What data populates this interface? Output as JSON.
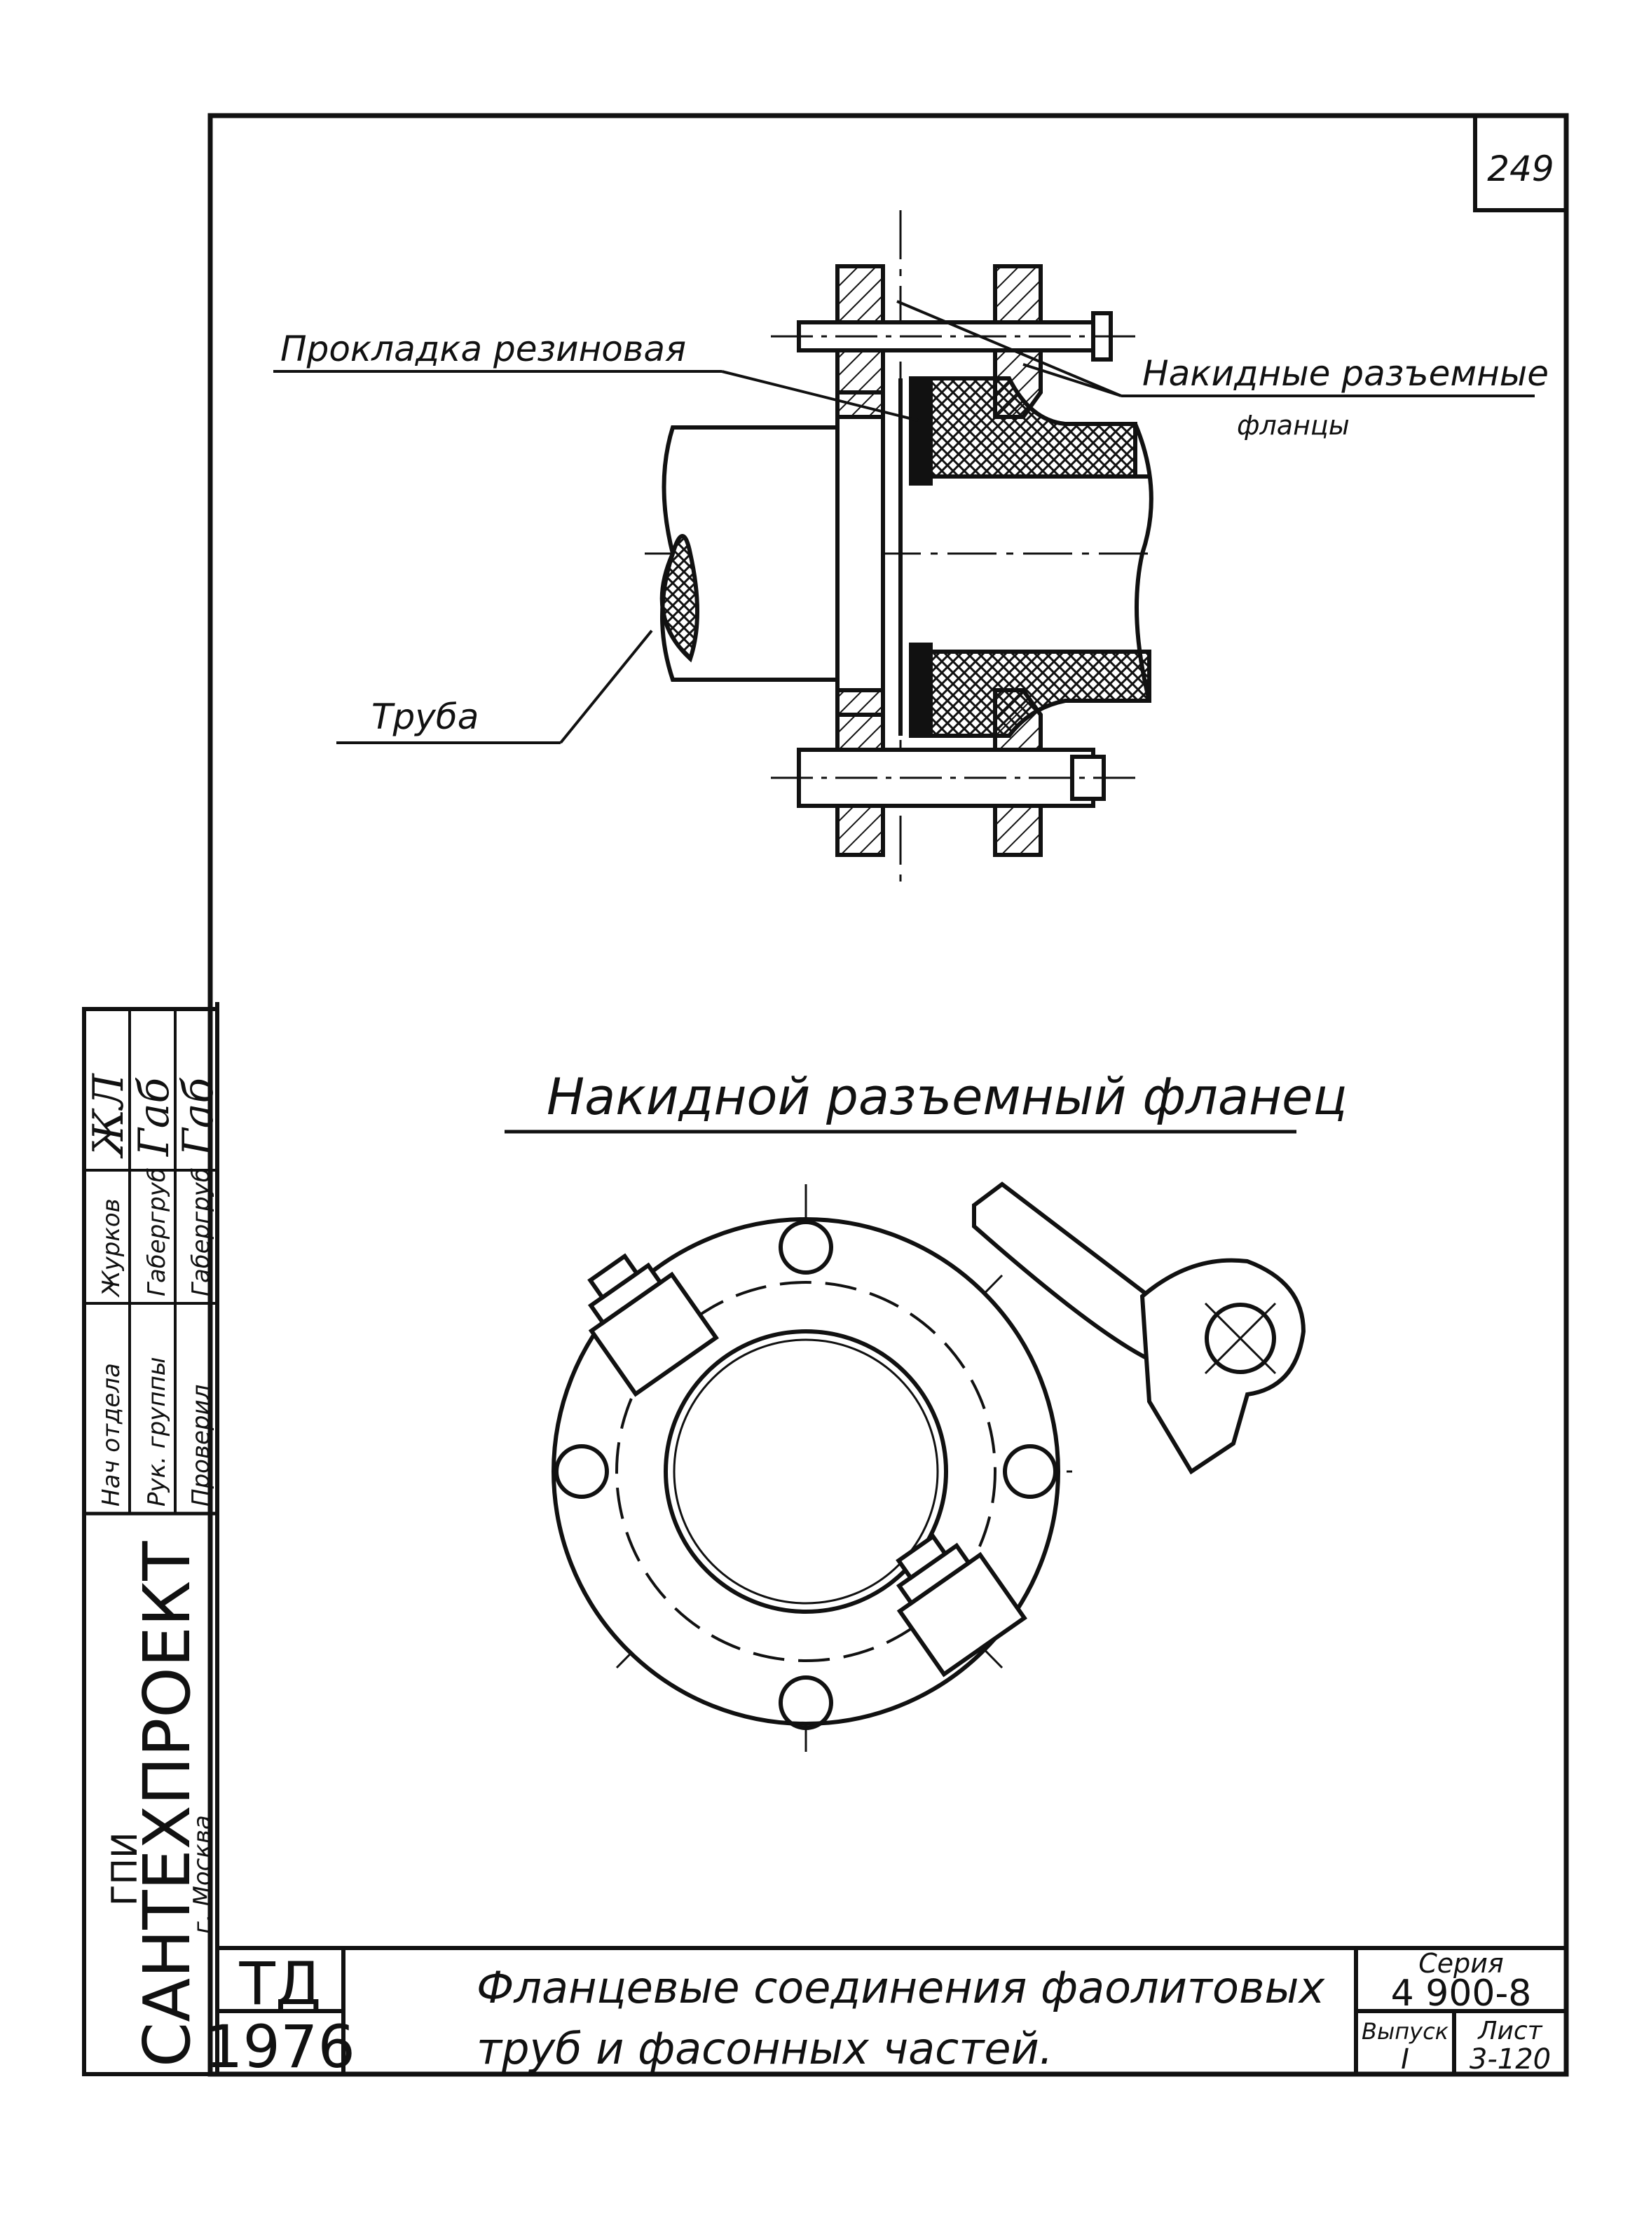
{
  "page_number": "249",
  "labels": {
    "gasket": "Прокладка резиновая",
    "flanges_line1": "Накидные разъемные",
    "flanges_line2": "фланцы",
    "pipe": "Труба"
  },
  "section_title": "Накидной разъемный фланец",
  "side_block": {
    "org_line1": "ГПИ",
    "org_line2": "САНТЕХПРОЕКТ",
    "org_line3": "г. Москва",
    "roles": [
      "Нач отдела",
      "Рук. группы",
      "Проверил"
    ],
    "names": [
      "Журков",
      "Габергруб",
      "Габергруб"
    ],
    "signatures": [
      "ЖЛ",
      "Габ",
      "Габ"
    ]
  },
  "title_block": {
    "code": "ТД",
    "year": "1976",
    "title_line1": "Фланцевые соединения фаолитовых",
    "title_line2": "труб и фасонных частей.",
    "series_label": "Серия",
    "series_value": "4 900-8",
    "issue_label": "Выпуск",
    "issue_value": "I",
    "sheet_label": "Лист",
    "sheet_value": "3-120"
  }
}
